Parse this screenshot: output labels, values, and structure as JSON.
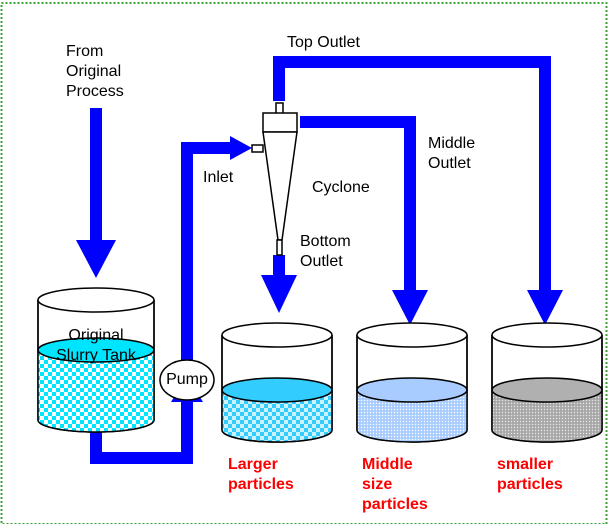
{
  "labels": {
    "from_line1": "From",
    "from_line2": "Original",
    "from_line3": "Process",
    "top_outlet": "Top Outlet",
    "middle_outlet_line1": "Middle",
    "middle_outlet_line2": "Outlet",
    "inlet": "Inlet",
    "cyclone": "Cyclone",
    "bottom_outlet_line1": "Bottom",
    "bottom_outlet_line2": "Outlet",
    "tank_line1": "Original",
    "tank_line2": "Slurry Tank",
    "pump": "Pump",
    "larger_line1": "Larger",
    "larger_line2": "particles",
    "middle_line1": "Middle",
    "middle_line2": "size",
    "middle_line3": "particles",
    "smaller_line1": "smaller",
    "smaller_line2": "particles"
  },
  "colors": {
    "pipe": "#0000ff",
    "frame": "#3aa23a",
    "output_label": "#ff0000",
    "tank_fill": "#00e5ff",
    "larger_fill": "#33ccff",
    "middle_fill": "#a8ccff",
    "smaller_fill": "#b0b0b0"
  }
}
